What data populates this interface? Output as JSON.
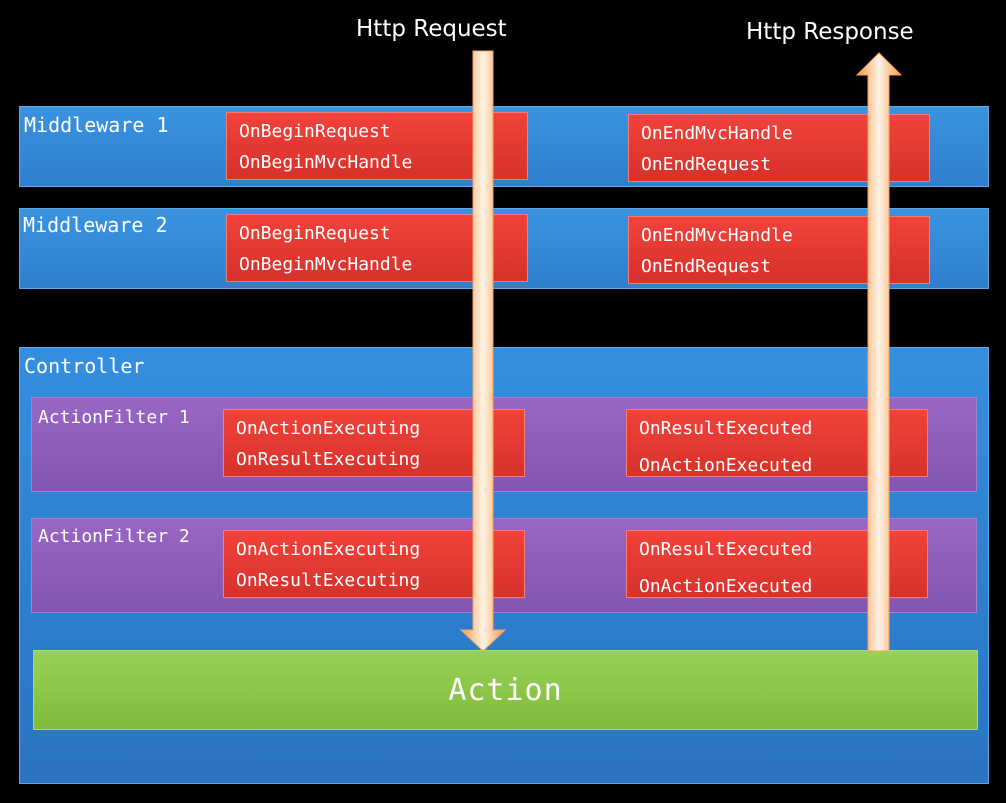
{
  "top_labels": {
    "request": "Http Request",
    "response": "Http Response"
  },
  "middleware_1": {
    "title": "Middleware 1",
    "begin_hooks": [
      "OnBeginRequest",
      "OnBeginMvcHandle"
    ],
    "end_hooks": [
      "OnEndMvcHandle",
      "OnEndRequest"
    ]
  },
  "middleware_2": {
    "title": "Middleware 2",
    "begin_hooks": [
      "OnBeginRequest",
      "OnBeginMvcHandle"
    ],
    "end_hooks": [
      "OnEndMvcHandle",
      "OnEndRequest"
    ]
  },
  "controller": {
    "title": "Controller",
    "action_filter_1": {
      "title": "ActionFilter 1",
      "executing_hooks": [
        "OnActionExecuting",
        "OnResultExecuting"
      ],
      "executed_hooks": [
        "OnResultExecuted",
        "OnActionExecuted"
      ]
    },
    "action_filter_2": {
      "title": "ActionFilter 2",
      "executing_hooks": [
        "OnActionExecuting",
        "OnResultExecuting"
      ],
      "executed_hooks": [
        "OnResultExecuted",
        "OnActionExecuted"
      ]
    },
    "action": "Action"
  },
  "colors": {
    "background": "#000000",
    "layer_blue": "#3a93df",
    "filter_purple": "#9966c4",
    "hook_red": "#e03a33",
    "action_green": "#8cc94a",
    "arrow_orange": "#f7a35c"
  }
}
